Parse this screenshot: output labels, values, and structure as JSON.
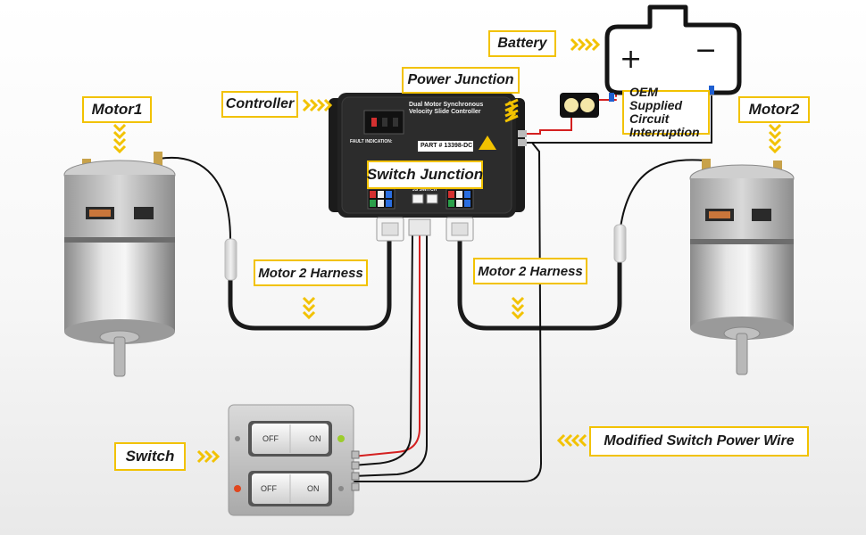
{
  "labels": {
    "battery": "Battery",
    "power_junction": "Power Junction",
    "controller": "Controller",
    "oem": "OEM Supplied Circuit Interruption",
    "motor1": "Motor1",
    "motor2": "Motor2",
    "switch_junction": "Switch Junction",
    "motor2_harness_left": "Motor 2 Harness",
    "motor2_harness_right": "Motor 2 Harness",
    "switch": "Switch",
    "modified_switch_power_wire": "Modified Switch Power Wire"
  },
  "controller": {
    "title_line1": "Dual Motor Synchronous",
    "title_line2": "Velocity Slide Controller",
    "part_number": "PART # 13398-DC",
    "fault_indication": "FAULT INDICATION:",
    "switch_port_label": "JS SWITCH"
  },
  "switch_panel": {
    "top": {
      "off": "OFF",
      "on": "ON"
    },
    "bottom": {
      "off": "OFF",
      "on": "ON"
    }
  },
  "battery_symbols": {
    "plus": "+",
    "minus": "−"
  },
  "colors": {
    "accent_yellow": "#f2c200",
    "wire_red": "#d42020",
    "wire_black": "#111111",
    "indicator_green": "#9ccc2c",
    "indicator_red": "#e0461e"
  }
}
